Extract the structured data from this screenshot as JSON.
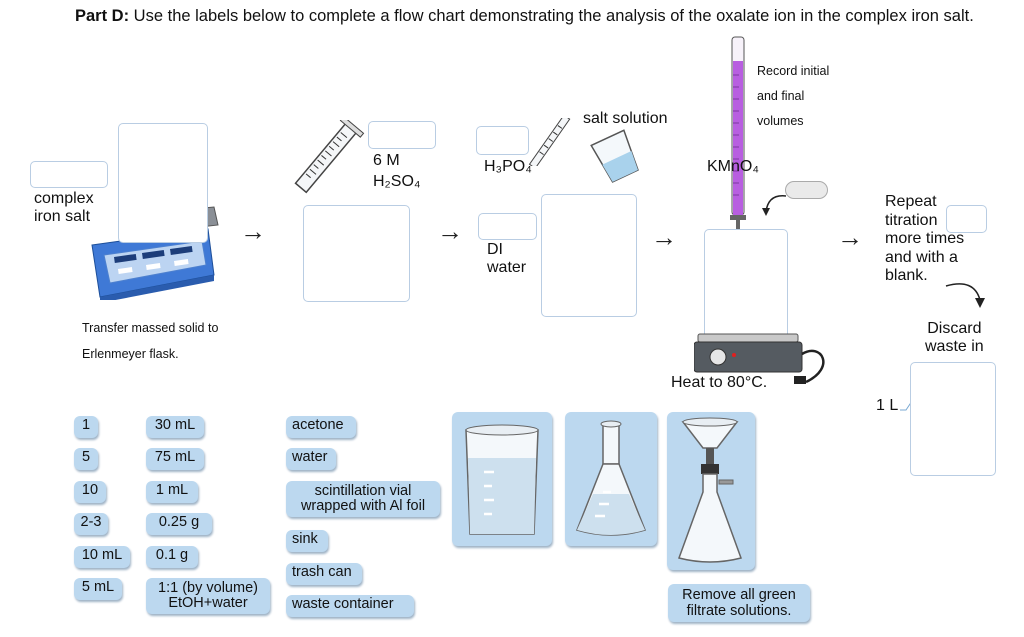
{
  "title": {
    "prefix": "Part D:",
    "text": " Use the labels below to complete a flow chart demonstrating the analysis of the oxalate ion in the complex iron salt."
  },
  "step1": {
    "label": "complex\niron salt",
    "caption_line1": "Transfer massed solid to",
    "caption_line2": "Erlenmeyer flask."
  },
  "step2": {
    "label_line1": "6 M",
    "label_line2": "H₂SO₄"
  },
  "step3": {
    "reagent": "H₃PO₄",
    "salt_solution": "salt solution",
    "water": "DI\nwater"
  },
  "step4": {
    "reagent": "KMnO₄",
    "record": "Record initial\nand final\nvolumes",
    "heat": "Heat to 80°C."
  },
  "step5": {
    "repeat": "Repeat\ntitration\nmore times\nand with a\nblank.",
    "discard": "Discard\nwaste in",
    "volume": "1 L"
  },
  "arrows": {
    "a1": "→",
    "a2": "→",
    "a3": "→",
    "a4": "→"
  },
  "palette": {
    "numbers": [
      "1",
      "5",
      "10",
      "2-3",
      "10 mL",
      "5 mL"
    ],
    "amounts": [
      "30 mL",
      "75 mL",
      "1 mL",
      "0.25 g",
      "0.1 g",
      "1:1 (by volume)\nEtOH+water"
    ],
    "materials": [
      "acetone",
      "water",
      "scintillation vial\nwrapped with Al foil",
      "sink",
      "trash can",
      "waste container"
    ],
    "remove_note": "Remove all green\nfiltrate solutions."
  },
  "colors": {
    "chip_bg": "#bcd8ef",
    "drop_border": "#b9cde3",
    "kmno4_purple": "#a855d6",
    "balance_blue": "#2f6fd0"
  }
}
